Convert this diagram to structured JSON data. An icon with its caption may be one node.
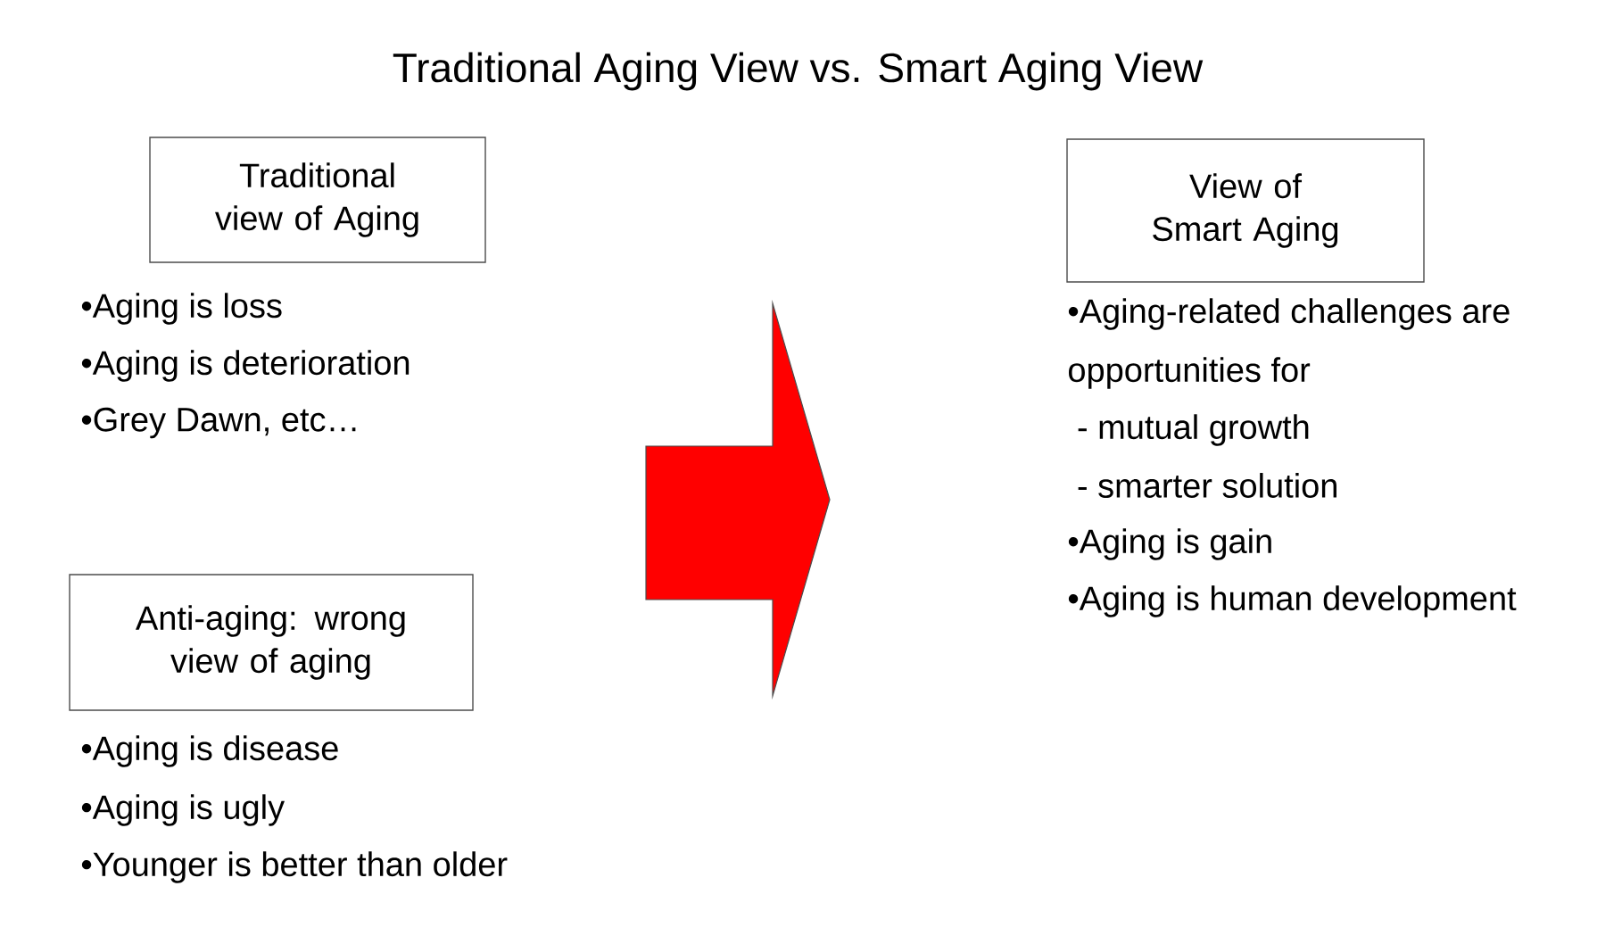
{
  "diagram": {
    "title": "Traditional Aging View vs. Smart Aging View",
    "nodes": [
      {
        "text": [
          "Traditional view of Aging"
        ]
      },
      {
        "text": [
          "Anti-aging: wrong view of aging"
        ]
      },
      {
        "text": [
          "View of Smart Aging"
        ]
      }
    ],
    "edges": [],
    "labels": [
      "•Aging is loss",
      "•Aging is deterioration",
      "•Grey Dawn, etc…",
      "•Aging is disease",
      "•Aging is ugly",
      "•Younger is better than older",
      "•Aging-related challenges are",
      "opportunities for",
      " - mutual growth",
      " - smarter solution",
      "•Aging is gain",
      "•Aging is human development"
    ]
  }
}
